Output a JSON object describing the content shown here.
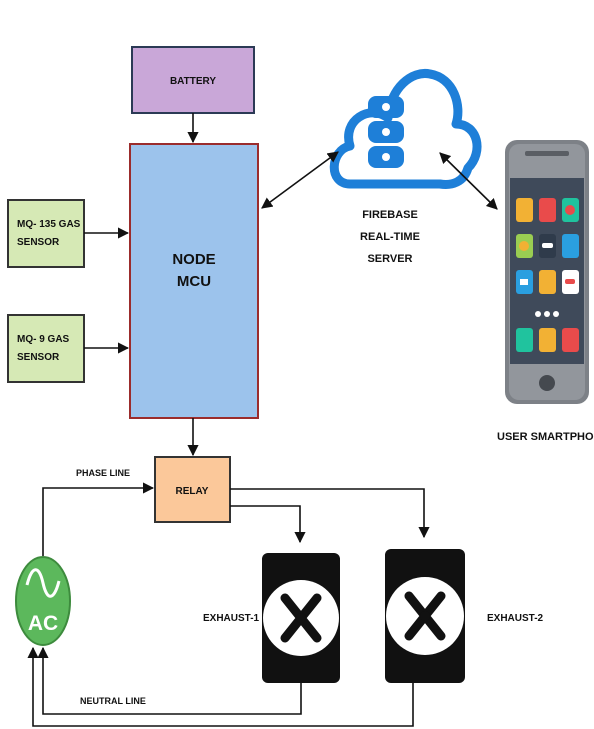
{
  "blocks": {
    "battery": "BATTERY",
    "mcu_line1": "NODE",
    "mcu_line2": "MCU",
    "mq135_line1": "MQ- 135 GAS",
    "mq135_line2": "SENSOR",
    "mq9_line1": "MQ- 9 GAS",
    "mq9_line2": "SENSOR",
    "relay": "RELAY",
    "ac": "AC"
  },
  "server": {
    "line1": "FIREBASE",
    "line2": "REAL-TIME",
    "line3": "SERVER"
  },
  "smartphone_label": "USER SMARTPHONE",
  "lines": {
    "phase": "PHASE LINE",
    "neutral": "NEUTRAL LINE"
  },
  "exhausts": {
    "exhaust1": "EXHAUST-1",
    "exhaust2": "EXHAUST-2"
  },
  "colors": {
    "battery": "#c9a7d8",
    "mcu": "#9cc3ec",
    "sensor": "#d6e9b5",
    "relay": "#fbc89a",
    "ac": "#5cb85c",
    "cloud": "#1e7fd8",
    "phone": "#7d8187"
  }
}
